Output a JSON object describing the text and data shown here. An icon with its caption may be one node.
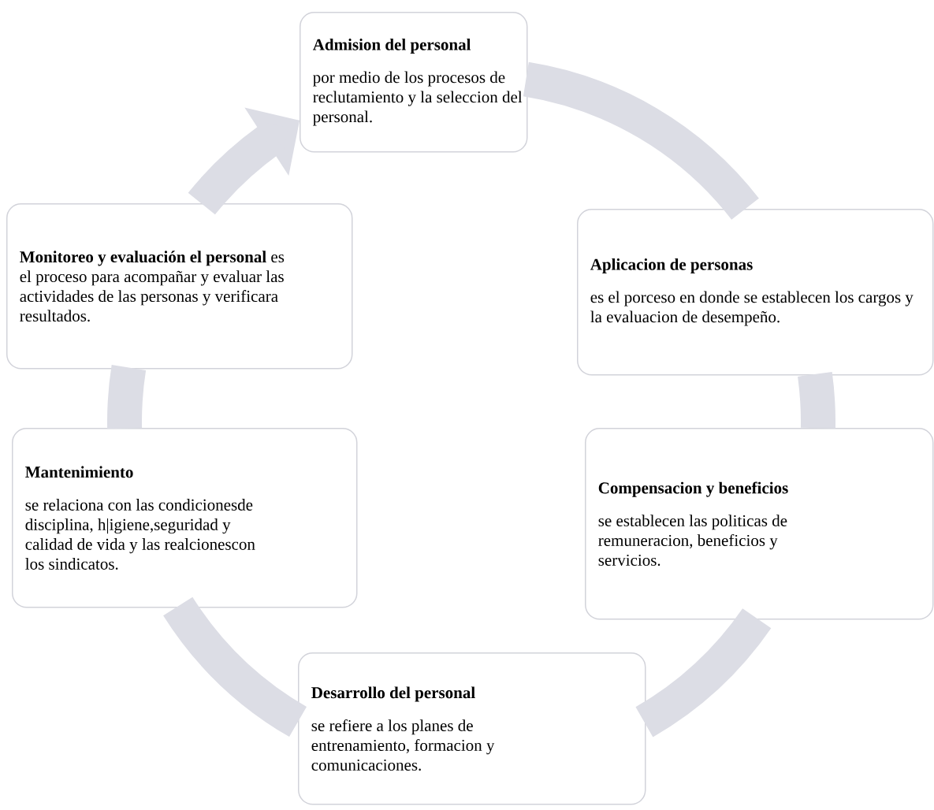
{
  "diagram": {
    "nodes": [
      {
        "text": [
          "Admision del personal",
          "por medio de los procesos de reclutamiento y la seleccion del personal."
        ]
      },
      {
        "text": [
          "**Monitoreo y evaluación el personal** es el proceso para acompañar y evaluar las actividades de las personas y verificara resultados."
        ]
      },
      {
        "text": [
          "Aplicacion de personas",
          "es el porceso en donde se establecen los cargos y la evaluacion de desempeño."
        ]
      },
      {
        "text": [
          "Mantenimiento",
          "se relaciona con las condicionesde disciplina, h|igiene,seguridad y calidad de vida y las realcionescon los sindicatos."
        ]
      },
      {
        "text": [
          "Compensacion y beneficios",
          "se establecen las politicas de remuneracion, beneficios y servicios."
        ]
      },
      {
        "text": [
          "Desarrollo del personal",
          "se refiere a los planes de entrenamiento, formacion y comunicaciones."
        ]
      }
    ],
    "edges": [
      {
        "from": 0,
        "to": 2,
        "arrow": "none"
      },
      {
        "from": 2,
        "to": 4,
        "arrow": "none"
      },
      {
        "from": 4,
        "to": 5,
        "arrow": "none"
      },
      {
        "from": 5,
        "to": 3,
        "arrow": "none"
      },
      {
        "from": 3,
        "to": 1,
        "arrow": "none"
      },
      {
        "from": 1,
        "to": 0,
        "arrow": "to"
      }
    ]
  }
}
